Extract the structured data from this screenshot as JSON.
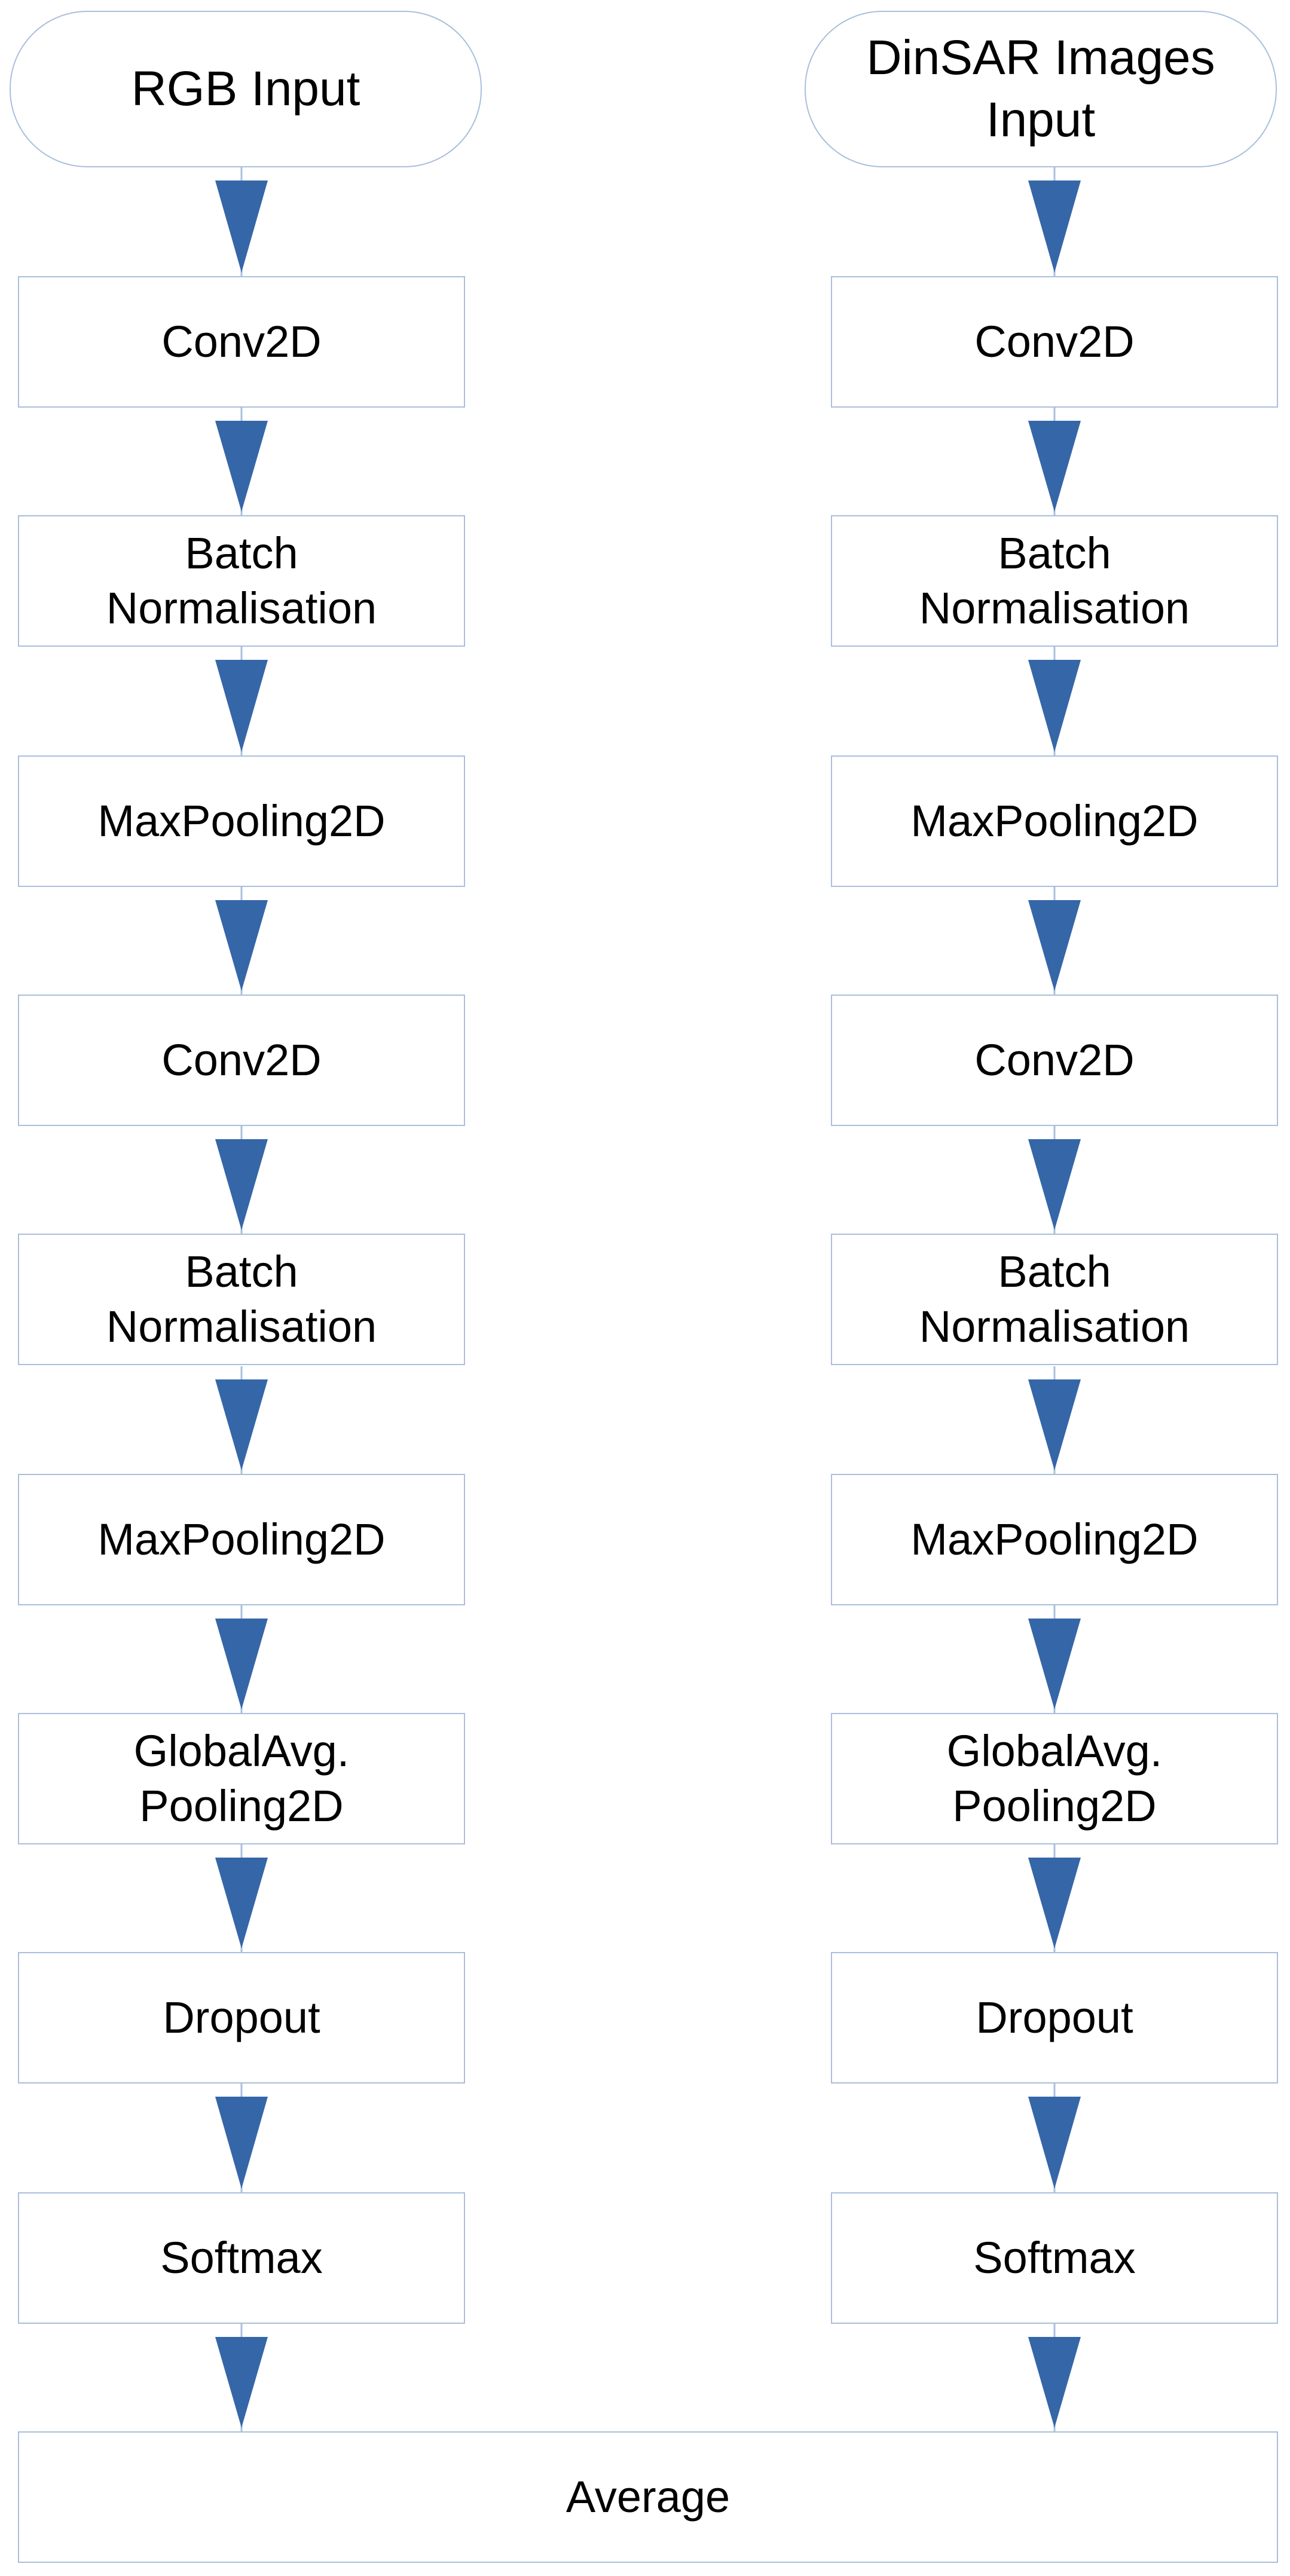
{
  "diagram": {
    "left_branch": {
      "input": "RGB Input",
      "layers": [
        "Conv2D",
        "Batch\nNormalisation",
        "MaxPooling2D",
        "Conv2D",
        "Batch\nNormalisation",
        "MaxPooling2D",
        "GlobalAvg.\nPooling2D",
        "Dropout",
        "Softmax"
      ]
    },
    "right_branch": {
      "input": "DinSAR Images\nInput",
      "layers": [
        "Conv2D",
        "Batch\nNormalisation",
        "MaxPooling2D",
        "Conv2D",
        "Batch\nNormalisation",
        "MaxPooling2D",
        "GlobalAvg.\nPooling2D",
        "Dropout",
        "Softmax"
      ]
    },
    "output": "Average"
  },
  "colors": {
    "arrow": "#3566a8",
    "box_border": "#a9bfdc",
    "connector_line": "#a9bfdc",
    "text": "#000000"
  }
}
